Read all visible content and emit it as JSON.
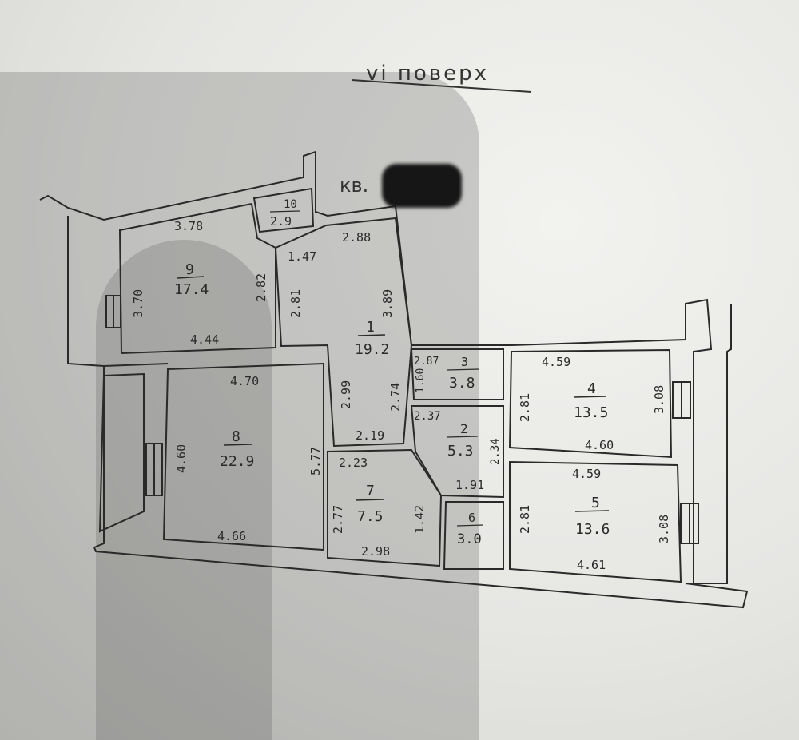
{
  "floor_label": "vi поверх",
  "flat_label": "кв.",
  "rooms": [
    {
      "id": "room-1",
      "number": "1",
      "area": "19.2"
    },
    {
      "id": "room-2",
      "number": "2",
      "area": "5.3"
    },
    {
      "id": "room-3",
      "number": "3",
      "area": "3.8"
    },
    {
      "id": "room-4",
      "number": "4",
      "area": "13.5"
    },
    {
      "id": "room-5",
      "number": "5",
      "area": "13.6"
    },
    {
      "id": "room-6",
      "number": "6",
      "area": "3.0"
    },
    {
      "id": "room-7",
      "number": "7",
      "area": "7.5"
    },
    {
      "id": "room-8",
      "number": "8",
      "area": "22.9"
    },
    {
      "id": "room-9",
      "number": "9",
      "area": "17.4"
    },
    {
      "id": "room-10",
      "number": "10",
      "area": "2.9"
    }
  ],
  "dimensions": {
    "d_378": "3.78",
    "d_370": "3.70",
    "d_282": "2.82",
    "d_444": "4.44",
    "d_147": "1.47",
    "d_288": "2.88",
    "d_281a": "2.81",
    "d_389": "3.89",
    "d_299": "2.99",
    "d_274": "2.74",
    "d_219": "2.19",
    "d_470": "4.70",
    "d_577": "5.77",
    "d_460a": "4.60",
    "d_466": "4.66",
    "d_223": "2.23",
    "d_277": "2.77",
    "d_142": "1.42",
    "d_298": "2.98",
    "d_287": "2.87",
    "d_160": "1.60",
    "d_237": "2.37",
    "d_234": "2.34",
    "d_191": "1.91",
    "d_459a": "4.59",
    "d_281b": "2.81",
    "d_308a": "3.08",
    "d_460b": "4.60",
    "d_459b": "4.59",
    "d_281c": "2.81",
    "d_308b": "3.08",
    "d_461": "4.61"
  }
}
